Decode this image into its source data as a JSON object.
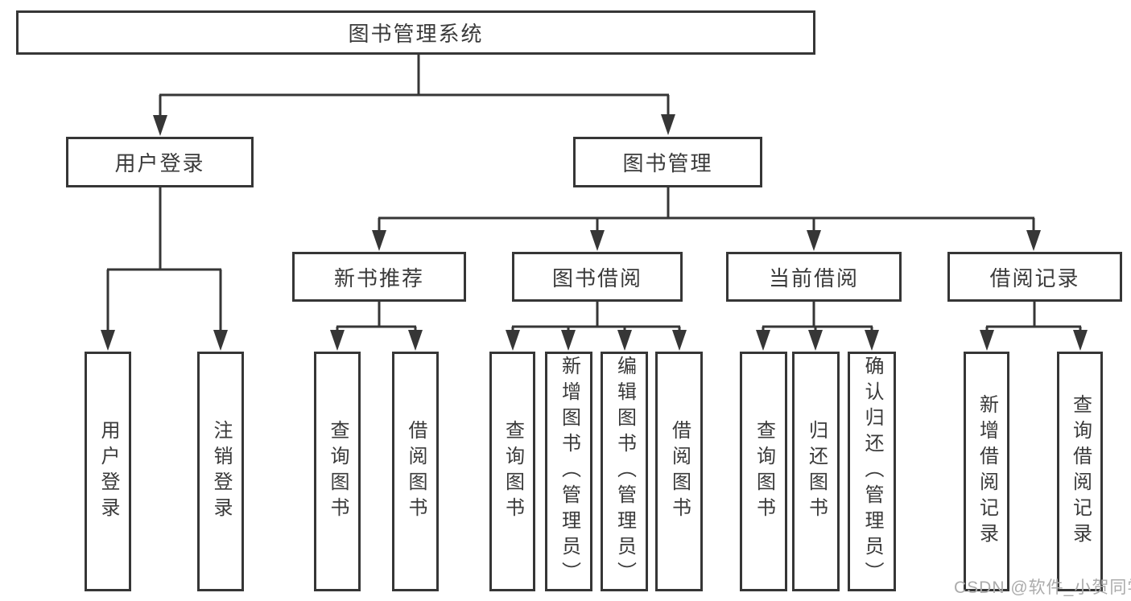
{
  "diagram_type": "functional-structure-tree",
  "colors": {
    "stroke": "#363636",
    "node_background": "#ffffff",
    "text": "#3a3a3a",
    "watermark_text": "#ababab"
  },
  "tree": {
    "label": "图书管理系统",
    "children": [
      {
        "label": "用户登录",
        "children": [
          {
            "label": "用户登录"
          },
          {
            "label": "注销登录"
          }
        ]
      },
      {
        "label": "图书管理",
        "children": [
          {
            "label": "新书推荐",
            "children": [
              {
                "label": "查询图书"
              },
              {
                "label": "借阅图书"
              }
            ]
          },
          {
            "label": "图书借阅",
            "children": [
              {
                "label": "查询图书"
              },
              {
                "label": "新增图书（管理员）"
              },
              {
                "label": "编辑图书（管理员）"
              },
              {
                "label": "借阅图书"
              }
            ]
          },
          {
            "label": "当前借阅",
            "children": [
              {
                "label": "查询图书"
              },
              {
                "label": "归还图书"
              },
              {
                "label": "确认归还（管理员）"
              }
            ]
          },
          {
            "label": "借阅记录",
            "children": [
              {
                "label": "新增借阅记录"
              },
              {
                "label": "查询借阅记录"
              }
            ]
          }
        ]
      }
    ]
  },
  "watermark": {
    "text": "CSDN @软件_小贺同学"
  }
}
